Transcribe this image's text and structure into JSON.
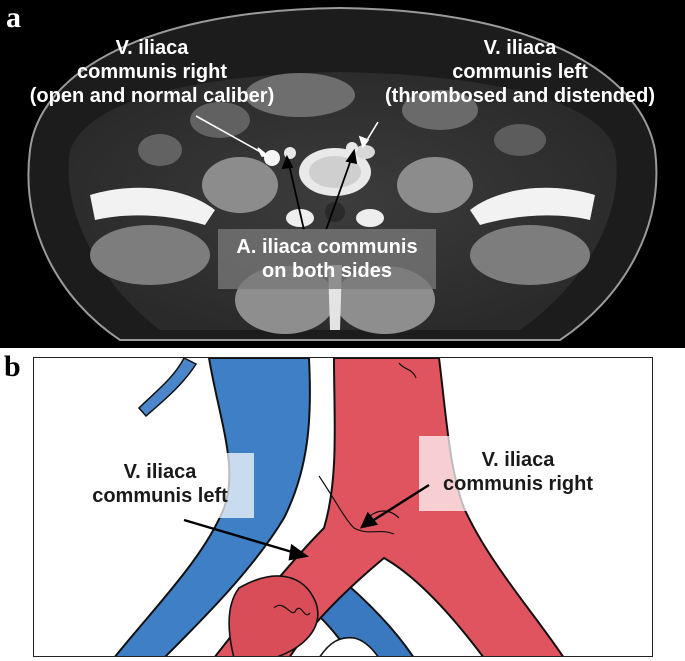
{
  "panel_a": {
    "letter": "a",
    "label_right_vein": [
      "V. iliaca",
      "communis right",
      "(open and normal caliber)"
    ],
    "label_left_vein": [
      "V. iliaca",
      "communis left",
      "(thrombosed and distended)"
    ],
    "label_artery": [
      "A. iliaca communis",
      "on both sides"
    ]
  },
  "panel_b": {
    "letter": "b",
    "label_left": [
      "V. iliaca",
      "communis left"
    ],
    "label_right": [
      "V. iliaca",
      "communis right"
    ]
  },
  "colors": {
    "vein_blue": "#3f7fc6",
    "artery_red": "#e0545f",
    "ct_background": "#000000"
  }
}
